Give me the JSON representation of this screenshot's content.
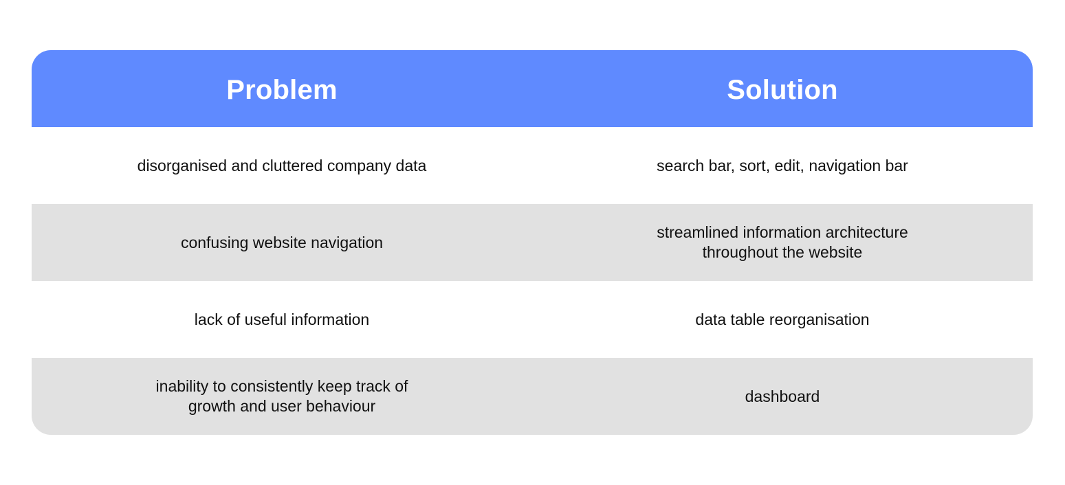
{
  "table": {
    "headers": {
      "problem": "Problem",
      "solution": "Solution"
    },
    "rows": [
      {
        "problem": "disorganised and cluttered company data",
        "solution": "search bar, sort, edit, navigation bar"
      },
      {
        "problem": "confusing website navigation",
        "solution": "streamlined information architecture\nthroughout the website"
      },
      {
        "problem": "lack of useful information",
        "solution": "data table reorganisation"
      },
      {
        "problem": "inability to consistently keep track of\ngrowth and user behaviour",
        "solution": "dashboard"
      }
    ]
  },
  "colors": {
    "header_bg": "#5f8aff",
    "shaded_row_bg": "#e1e1e1",
    "header_text": "#ffffff",
    "body_text": "#111111"
  }
}
